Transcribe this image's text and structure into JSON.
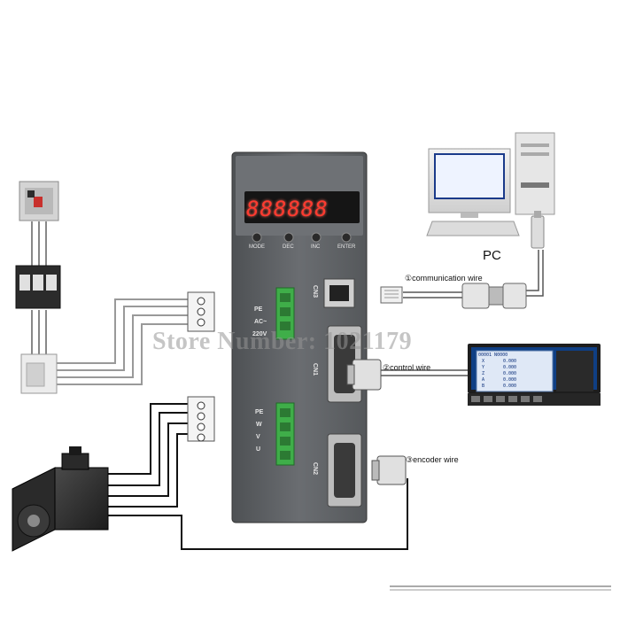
{
  "drive": {
    "display": "888888",
    "buttons": [
      "MODE",
      "DEC",
      "INC",
      "ENTER"
    ],
    "power_labels": [
      "PE",
      "AC~",
      "220V"
    ],
    "motor_labels": [
      "PE",
      "W",
      "V",
      "U"
    ],
    "connectors": [
      "CN3",
      "CN1",
      "CN2"
    ]
  },
  "labels": {
    "pc": "PC",
    "communication": "①communication wire",
    "control": "②control wire",
    "encoder": "③encoder wire"
  },
  "watermark": "Store Number: 1021179",
  "cnc": {
    "header": "00001  N0000",
    "axes": [
      "X",
      "Y",
      "Z",
      "A",
      "B"
    ],
    "values": [
      "0.000",
      "0.000",
      "0.000",
      "0.000",
      "0.000"
    ]
  },
  "colors": {
    "drive_body": "#5f6266",
    "display_red": "#ff3b30",
    "wire": "#000000",
    "connector_green": "#3fae49"
  }
}
